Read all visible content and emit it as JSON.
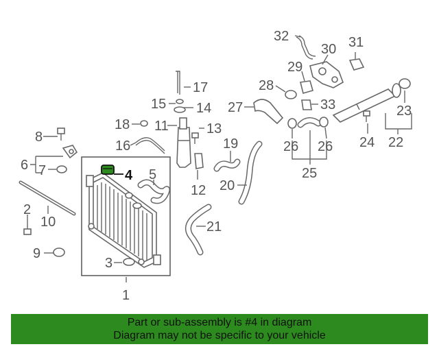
{
  "diagram": {
    "labels": {
      "l1": "1",
      "l2": "2",
      "l3": "3",
      "l4": "4",
      "l5": "5",
      "l6": "6",
      "l7": "7",
      "l8": "8",
      "l9": "9",
      "l10": "10",
      "l11": "11",
      "l12": "12",
      "l13": "13",
      "l14": "14",
      "l15": "15",
      "l16": "16",
      "l17": "17",
      "l18": "18",
      "l19": "19",
      "l20": "20",
      "l21": "21",
      "l22": "22",
      "l23": "23",
      "l24": "24",
      "l25": "25",
      "l26a": "26",
      "l26b": "26",
      "l27": "27",
      "l28": "28",
      "l29": "29",
      "l30": "30",
      "l31": "31",
      "l32": "32",
      "l33": "33"
    },
    "highlight_color": "#2c8a1e"
  },
  "banner": {
    "line1": "Part or sub-assembly is #4 in diagram",
    "line2": "Diagram may not be specific to your vehicle",
    "color": "#2c8a1e"
  }
}
